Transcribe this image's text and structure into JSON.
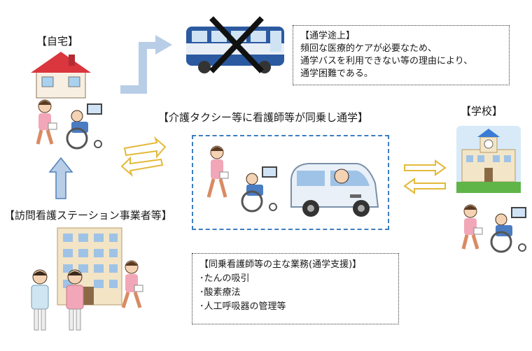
{
  "labels": {
    "home": "【自宅】",
    "school": "【学校】",
    "station": "【訪問看護ステーション事業者等】",
    "taxi_title": "【介護タクシー等に看護師等が同乗し通学】"
  },
  "commute_note": {
    "title": "【通学途上】",
    "lines": [
      "頻回な医療的ケアが必要なため、",
      "通学バスを利用できない等の理由により、",
      "通学困難である。"
    ]
  },
  "duties_note": {
    "title": "【同乗看護師等の主な業務(通学支援)】",
    "items": [
      "･たんの吸引",
      "･酸素療法",
      "･人工呼吸器の管理等"
    ]
  },
  "colors": {
    "arrow_fill": "#b8cde6",
    "arrow_stroke": "#4f81bd",
    "frame": "#3d7ebf",
    "bus_body": "#2c5aa0",
    "cross": "#111111",
    "roof": "#d9363e",
    "school_roof": "#3a7bd5",
    "nurse_pink": "#f2a7b8",
    "van": "#e9f0f8"
  },
  "icons": {
    "home": "house-icon",
    "bus": "bus-icon",
    "school": "school-building-icon",
    "taxi": "van-icon",
    "station": "apartment-building-icon",
    "nurse": "nurse-icon",
    "wheelchair": "wheelchair-child-icon"
  }
}
